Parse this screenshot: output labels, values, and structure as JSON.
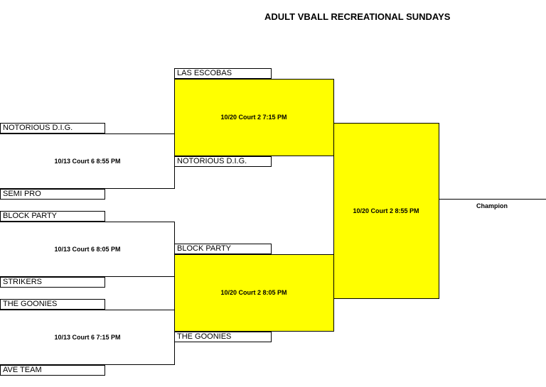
{
  "title": "ADULT VBALL RECREATIONAL SUNDAYS",
  "round1": {
    "match1": {
      "team_a": "NOTORIOUS D.I.G.",
      "team_b": "SEMI PRO",
      "time": "10/13 Court 6 8:55 PM"
    },
    "match2": {
      "team_a": "BLOCK PARTY",
      "team_b": "STRIKERS",
      "time": "10/13 Court 6 8:05 PM"
    },
    "match3": {
      "team_a": "THE GOONIES",
      "team_b": "AVE TEAM",
      "time": "10/13 Court 6 7:15 PM"
    }
  },
  "round2": {
    "match1": {
      "team_a": "LAS ESCOBAS",
      "team_b": "NOTORIOUS D.I.G.",
      "time": "10/20 Court 2 7:15 PM"
    },
    "match2": {
      "team_a": "BLOCK PARTY",
      "team_b": "THE GOONIES",
      "time": "10/20 Court 2 8:05 PM"
    }
  },
  "final": {
    "time": "10/20 Court 2 8:55 PM",
    "champion_label": "Champion"
  },
  "colors": {
    "highlight": "#ffff00",
    "line": "#000000",
    "background": "#ffffff"
  }
}
